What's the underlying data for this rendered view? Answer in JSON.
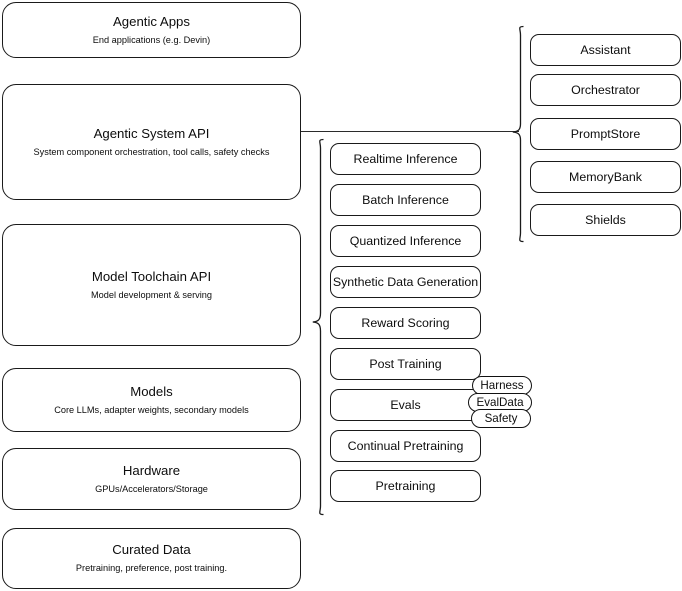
{
  "diagram": {
    "title": "Agentic AI stack architecture diagram",
    "stroke_color": "#1a1a1a",
    "background_color": "#ffffff"
  },
  "stack_layers": [
    {
      "id": "agentic-apps",
      "title": "Agentic Apps",
      "subtitle": "End applications (e.g. Devin)"
    },
    {
      "id": "agentic-system-api",
      "title": "Agentic System API",
      "subtitle": "System component orchestration, tool calls, safety checks"
    },
    {
      "id": "model-toolchain-api",
      "title": "Model Toolchain API",
      "subtitle": "Model development & serving"
    },
    {
      "id": "models",
      "title": "Models",
      "subtitle": "Core LLMs, adapter weights, secondary models"
    },
    {
      "id": "hardware",
      "title": "Hardware",
      "subtitle": "GPUs/Accelerators/Storage"
    },
    {
      "id": "curated-data",
      "title": "Curated Data",
      "subtitle": "Pretraining, preference, post training."
    }
  ],
  "toolchain_components": [
    {
      "id": "realtime-inference",
      "label": "Realtime Inference"
    },
    {
      "id": "batch-inference",
      "label": "Batch Inference"
    },
    {
      "id": "quantized-inference",
      "label": "Quantized Inference"
    },
    {
      "id": "synthetic-data-generation",
      "label": "Synthetic Data Generation"
    },
    {
      "id": "reward-scoring",
      "label": "Reward Scoring"
    },
    {
      "id": "post-training",
      "label": "Post Training"
    },
    {
      "id": "evals",
      "label": "Evals"
    },
    {
      "id": "continual-pretraining",
      "label": "Continual Pretraining"
    },
    {
      "id": "pretraining",
      "label": "Pretraining"
    }
  ],
  "eval_subcomponents": [
    {
      "id": "harness",
      "label": "Harness"
    },
    {
      "id": "evaldata",
      "label": "EvalData"
    },
    {
      "id": "safety",
      "label": "Safety"
    }
  ],
  "system_components": [
    {
      "id": "assistant",
      "label": "Assistant"
    },
    {
      "id": "orchestrator",
      "label": "Orchestrator"
    },
    {
      "id": "promptstore",
      "label": "PromptStore"
    },
    {
      "id": "memorybank",
      "label": "MemoryBank"
    },
    {
      "id": "shields",
      "label": "Shields"
    }
  ]
}
